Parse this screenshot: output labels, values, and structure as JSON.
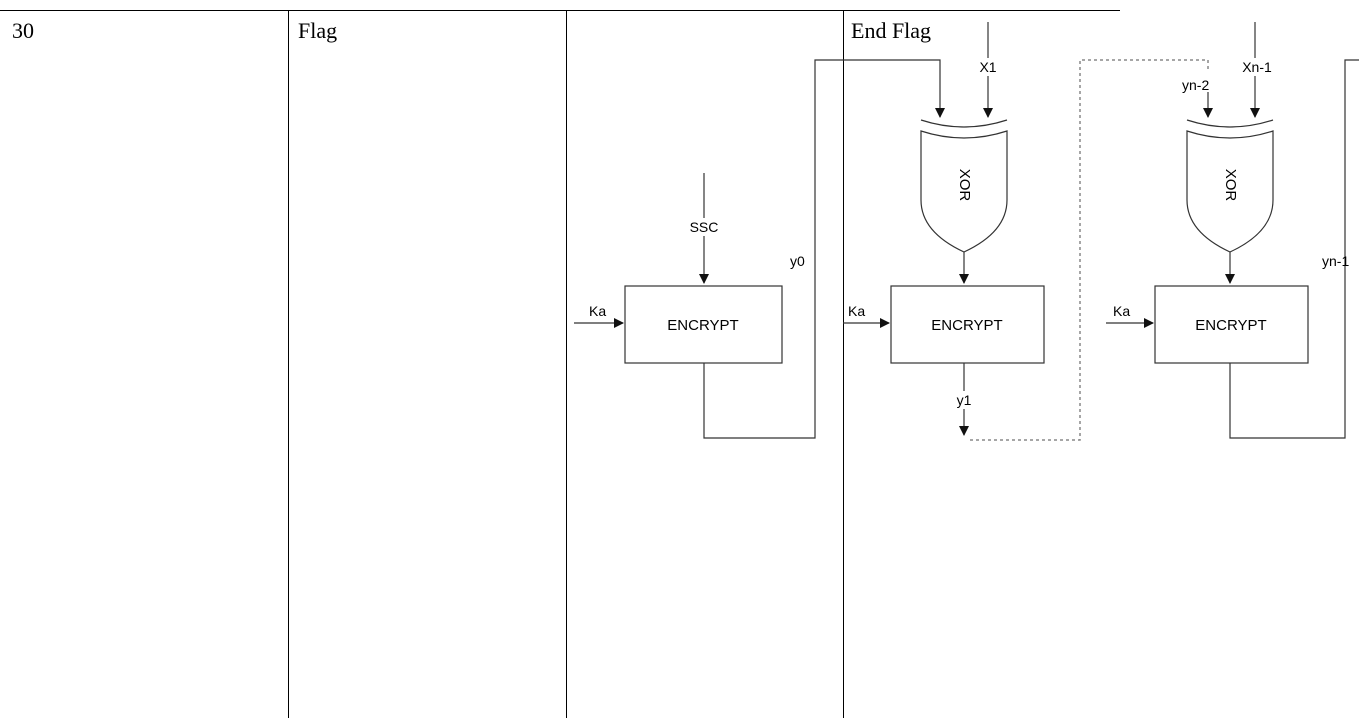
{
  "table": {
    "row_number": "30",
    "col_flag": "Flag",
    "col_empty": "",
    "col_end_flag": "End Flag"
  },
  "diagram": {
    "ssc": "SSC",
    "y0": "y0",
    "y1": "y1",
    "x1": "X1",
    "xn1": "Xn-1",
    "yn2": "yn-2",
    "yn1": "yn-1",
    "ka": "Ka",
    "encrypt": "ENCRYPT",
    "xor": "XOR",
    "colors": {
      "lines": "#333333",
      "dotted": "#888888",
      "text": "#000000"
    }
  }
}
